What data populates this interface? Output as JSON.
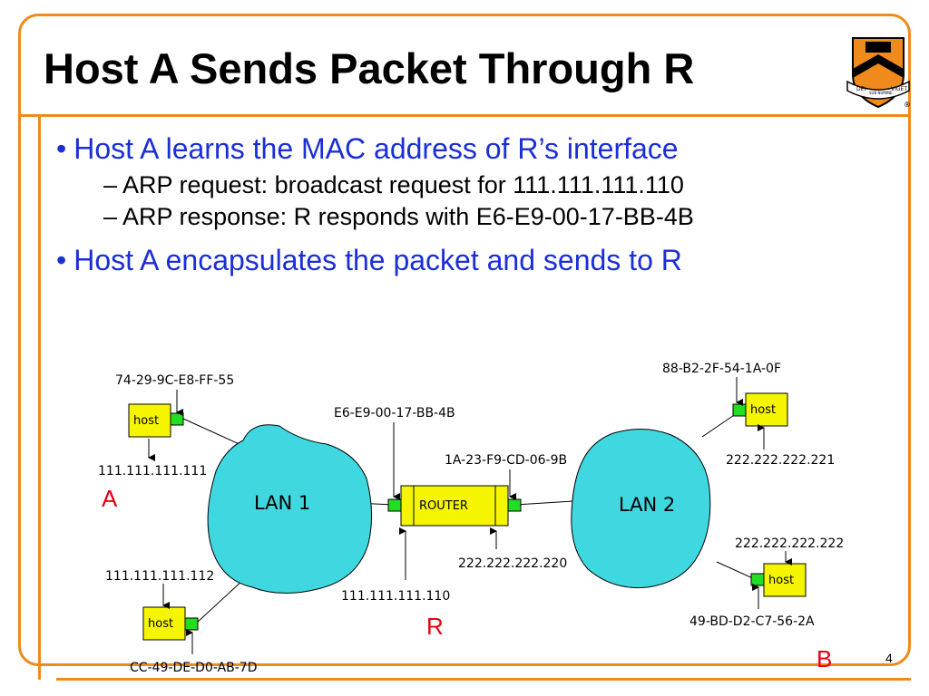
{
  "title": "Host A Sends Packet Through R",
  "bullets": [
    {
      "text": "Host A learns the MAC address of R’s interface",
      "subs": [
        "ARP request: broadcast request for 111.111.111.110",
        "ARP response: R responds with E6-E9-00-17-BB-4B"
      ]
    },
    {
      "text": "Host A encapsulates the packet and sends to R",
      "subs": []
    }
  ],
  "bullet_char": "•",
  "dash_char": "–",
  "logo_text": {
    "left": "DEI",
    "center": "SUB NUMINE",
    "right": "VIGET",
    "reg": "®"
  },
  "diagram": {
    "host_label": "host",
    "router_label": "ROUTER",
    "lan1": "LAN 1",
    "lan2": "LAN 2",
    "hostA_mac": "74-29-9C-E8-FF-55",
    "hostA_ip": "111.111.111.111",
    "hostA_letter": "A",
    "host2_ip": "111.111.111.112",
    "host2_mac": "CC-49-DE-D0-AB-7D",
    "router_mac_left": "E6-E9-00-17-BB-4B",
    "router_ip_left": "111.111.111.110",
    "router_mac_right": "1A-23-F9-CD-06-9B",
    "router_ip_right": "222.222.222.220",
    "router_letter": "R",
    "host3_mac": "88-B2-2F-54-1A-0F",
    "host3_ip": "222.222.222.221",
    "hostB_ip": "222.222.222.222",
    "hostB_mac": "49-BD-D2-C7-56-2A",
    "hostB_letter": "B"
  },
  "slide_number": "4",
  "colors": {
    "accent": "#f08a1c",
    "bullet_blue": "#1b2ed8",
    "lan": "#40d8e0",
    "host": "#f5f500",
    "port": "#22dd22",
    "letter": "#e8000e"
  }
}
